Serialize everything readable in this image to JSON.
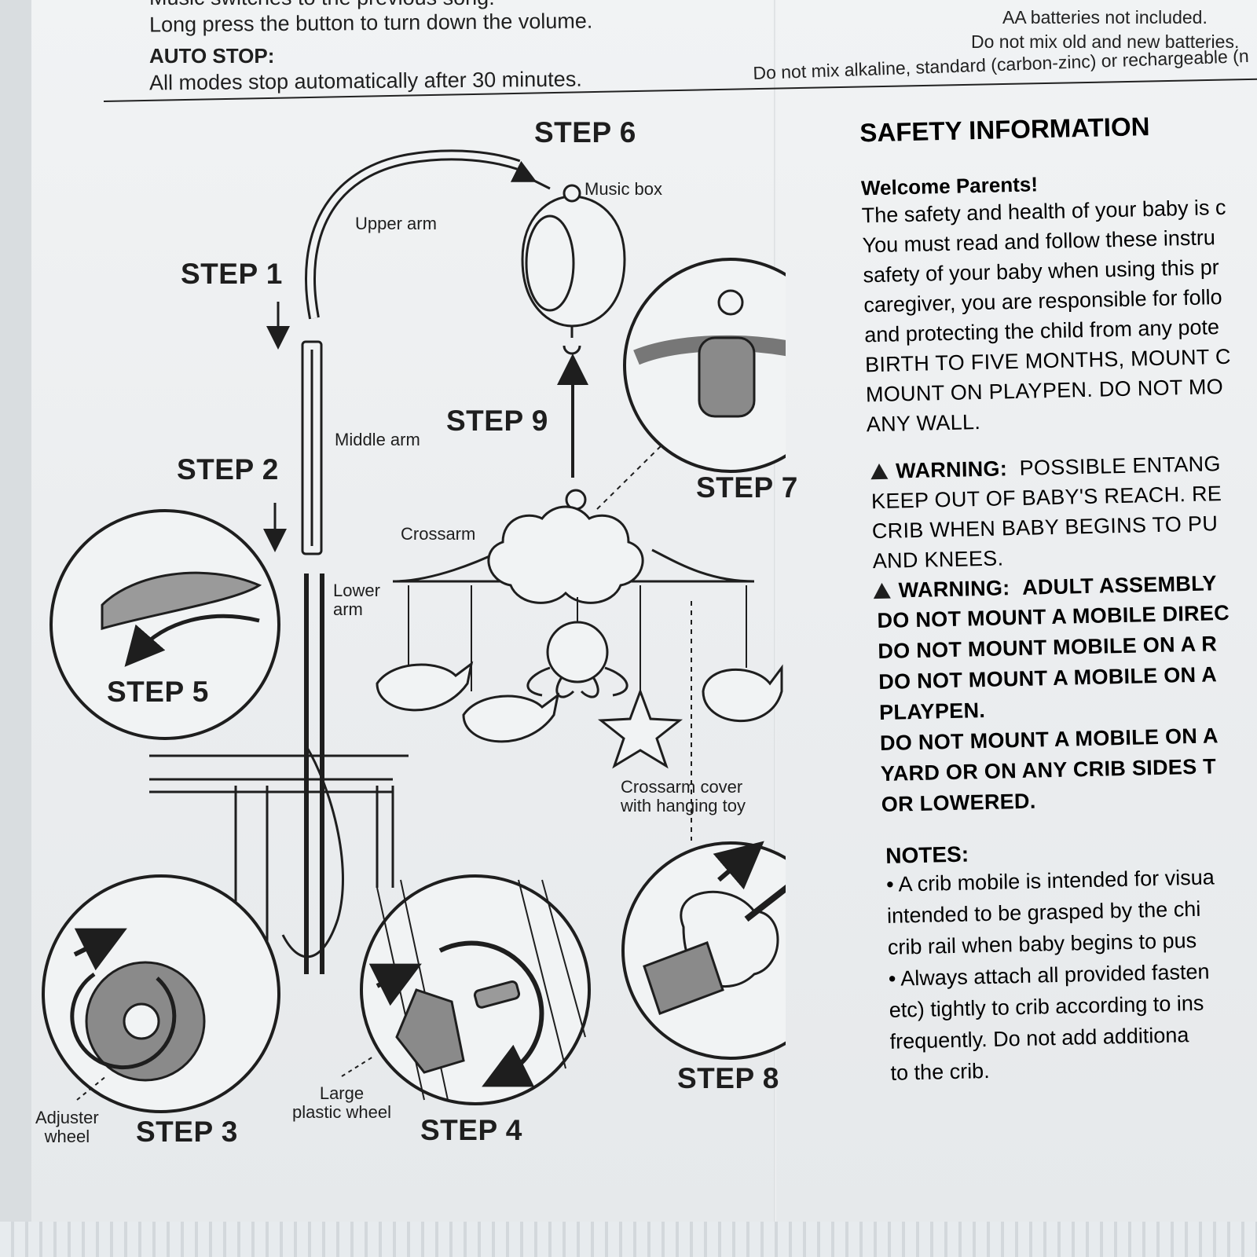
{
  "top_left": {
    "cut_line": "Music switches to the previous song.",
    "volume": "Long press the button to turn down the volume.",
    "auto_stop_title": "AUTO STOP:",
    "auto_stop_text": "All modes stop automatically after 30 minutes."
  },
  "top_right": {
    "line1": "AA batteries not included.",
    "line2": "Do not mix old and new batteries.",
    "line3": "Do not mix alkaline, standard (carbon-zinc) or rechargeable (n"
  },
  "steps": {
    "s1": "STEP 1",
    "s2": "STEP 2",
    "s3": "STEP 3",
    "s4": "STEP 4",
    "s5": "STEP 5",
    "s6": "STEP 6",
    "s7": "STEP 7",
    "s8": "STEP 8",
    "s9": "STEP 9"
  },
  "labels": {
    "upper_arm": "Upper arm",
    "music_box": "Music box",
    "middle_arm": "Middle arm",
    "crossarm": "Crossarm",
    "lower_arm_1": "Lower",
    "lower_arm_2": "arm",
    "crossarm_cover_1": "Crossarm cover",
    "crossarm_cover_2": "with hanging toy",
    "adjuster_1": "Adjuster",
    "adjuster_2": "wheel",
    "large_wheel_1": "Large",
    "large_wheel_2": "plastic wheel"
  },
  "safety": {
    "title": "SAFETY INFORMATION",
    "welcome": "Welcome Parents!",
    "para": [
      "The safety and health of your baby is c",
      "You must read and follow these instru",
      "safety of your baby when using this pr",
      "caregiver, you are responsible for follo",
      "and protecting the child from any pote"
    ],
    "caps": [
      "BIRTH TO FIVE MONTHS, MOUNT C",
      "MOUNT ON PLAYPEN. DO NOT MO",
      "ANY WALL."
    ],
    "warning1_label": "WARNING:",
    "warning1_text": "POSSIBLE ENTANG",
    "warning1_lines": [
      "KEEP OUT OF BABY'S REACH. RE",
      "CRIB WHEN BABY BEGINS TO PU",
      "AND KNEES."
    ],
    "warning2_label": "WARNING:",
    "warning2_text": "ADULT ASSEMBLY",
    "bold_lines": [
      "DO NOT MOUNT A MOBILE DIREC",
      "DO NOT MOUNT  MOBILE ON A R",
      "DO NOT MOUNT A MOBILE ON A",
      "PLAYPEN.",
      "DO NOT MOUNT A MOBILE ON A",
      "YARD OR ON ANY CRIB SIDES T",
      "OR LOWERED."
    ],
    "notes_title": "NOTES:",
    "notes": [
      "• A crib mobile is intended for visua",
      "   intended to be grasped by the chi",
      "   crib rail when baby begins to pus",
      "• Always attach all provided fasten",
      "   etc) tightly to crib according to ins",
      "   frequently.  Do not add additiona",
      "   to the crib."
    ]
  }
}
